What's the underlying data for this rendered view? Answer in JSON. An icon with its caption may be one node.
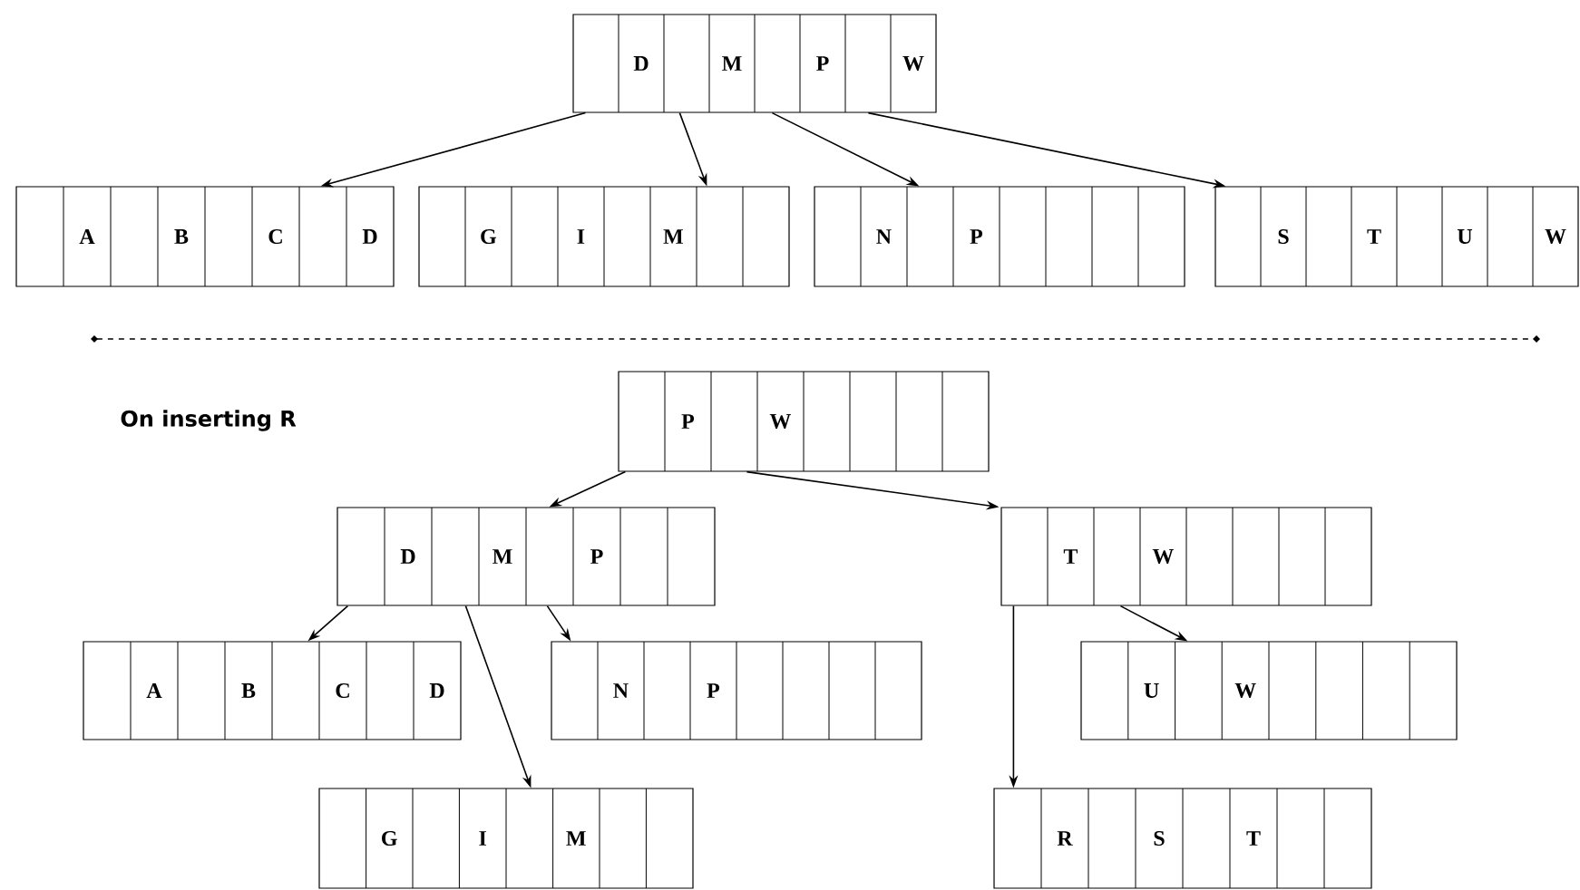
{
  "diagram": {
    "nodes": [
      {
        "text": [
          "D",
          "M",
          "P",
          "W"
        ]
      },
      {
        "text": [
          "A",
          "B",
          "C",
          "D"
        ]
      },
      {
        "text": [
          "G",
          "I",
          "M"
        ]
      },
      {
        "text": [
          "N",
          "P"
        ]
      },
      {
        "text": [
          "S",
          "T",
          "U",
          "W"
        ]
      },
      {
        "text": [
          "P",
          "W"
        ]
      },
      {
        "text": [
          "D",
          "M",
          "P"
        ]
      },
      {
        "text": [
          "T",
          "W"
        ]
      },
      {
        "text": [
          "A",
          "B",
          "C",
          "D"
        ]
      },
      {
        "text": [
          "N",
          "P"
        ]
      },
      {
        "text": [
          "U",
          "W"
        ]
      },
      {
        "text": [
          "G",
          "I",
          "M"
        ]
      },
      {
        "text": [
          "R",
          "S",
          "T"
        ]
      }
    ],
    "edges": [
      {
        "from": 0,
        "to": 1,
        "arrow": "to"
      },
      {
        "from": 0,
        "to": 2,
        "arrow": "to"
      },
      {
        "from": 0,
        "to": 3,
        "arrow": "to"
      },
      {
        "from": 0,
        "to": 4,
        "arrow": "to"
      },
      {
        "from": 5,
        "to": 6,
        "arrow": "to"
      },
      {
        "from": 5,
        "to": 7,
        "arrow": "to"
      },
      {
        "from": 6,
        "to": 8,
        "arrow": "to"
      },
      {
        "from": 6,
        "to": 11,
        "arrow": "to"
      },
      {
        "from": 6,
        "to": 9,
        "arrow": "to"
      },
      {
        "from": 7,
        "to": 12,
        "arrow": "to"
      },
      {
        "from": 7,
        "to": 10,
        "arrow": "to"
      }
    ],
    "labels": [
      "On inserting R"
    ]
  }
}
